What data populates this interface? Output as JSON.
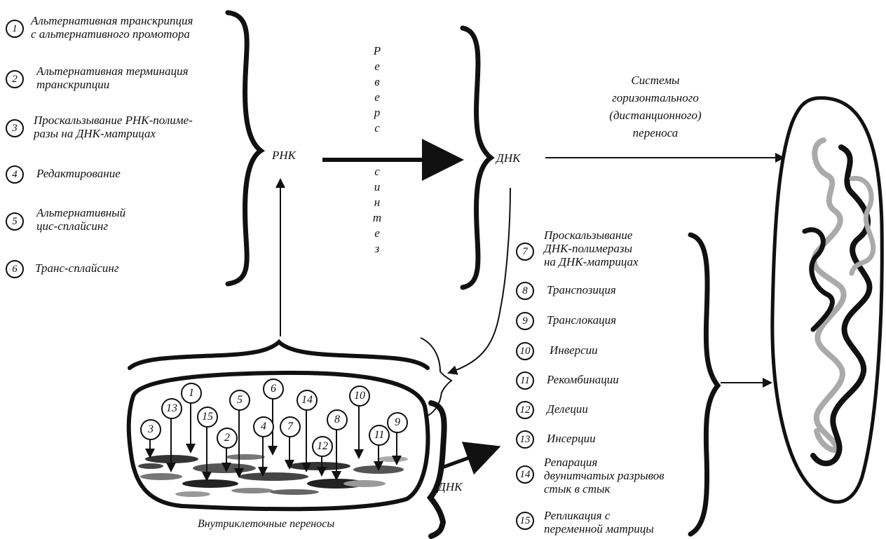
{
  "left_items": [
    {
      "n": "1",
      "lines": [
        "Альтернативная транскрипция",
        "с альтернативного промотора"
      ]
    },
    {
      "n": "2",
      "lines": [
        "Альтернативная терминация",
        "транскрипции"
      ]
    },
    {
      "n": "3",
      "lines": [
        "Проскальзывание РНК-полиме-",
        "разы на ДНК-матрицах"
      ]
    },
    {
      "n": "4",
      "lines": [
        "Редактирование"
      ]
    },
    {
      "n": "5",
      "lines": [
        "Альтернативный",
        "цис-сплайсинг"
      ]
    },
    {
      "n": "6",
      "lines": [
        "Транс-сплайсинг"
      ]
    }
  ],
  "right_items": [
    {
      "n": "7",
      "lines": [
        "Проскальзывание",
        "ДНК-полимеразы",
        "на ДНК-матрицах"
      ]
    },
    {
      "n": "8",
      "lines": [
        "Транспозиция"
      ]
    },
    {
      "n": "9",
      "lines": [
        "Транслокация"
      ]
    },
    {
      "n": "10",
      "lines": [
        "Инверсии"
      ]
    },
    {
      "n": "11",
      "lines": [
        "Рекомбинации"
      ]
    },
    {
      "n": "12",
      "lines": [
        "Делеции"
      ]
    },
    {
      "n": "13",
      "lines": [
        "Инсерции"
      ]
    },
    {
      "n": "14",
      "lines": [
        "Репарация",
        "двунитчатых разрывов",
        "стык в стык"
      ]
    },
    {
      "n": "15",
      "lines": [
        "Репликация с",
        "переменной матрицы"
      ]
    }
  ],
  "labels": {
    "rna": "РНК",
    "dna_top": "ДНК",
    "dna_bottom": "ДНК",
    "reverse_top": [
      "Р",
      "е",
      "в",
      "е",
      "р",
      "с"
    ],
    "reverse_bottom": [
      "с",
      "и",
      "н",
      "т",
      "е",
      "з"
    ],
    "horizontal": [
      "Системы",
      "горизонтального",
      "(дистанционного)",
      "переноса"
    ],
    "intracellular": "Внутриклеточные переносы"
  },
  "cell_numbers": [
    "1",
    "2",
    "3",
    "4",
    "5",
    "6",
    "7",
    "8",
    "9",
    "10",
    "11",
    "12",
    "13",
    "14",
    "15"
  ]
}
